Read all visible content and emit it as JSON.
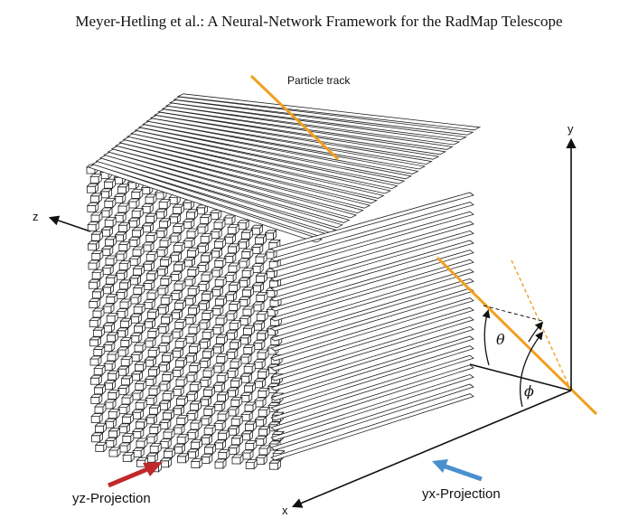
{
  "page": {
    "header": "Meyer-Hetling et al.: A Neural-Network Framework for the RadMap Telescope"
  },
  "figure": {
    "particle_track_label": "Particle track",
    "axes": {
      "x": "x",
      "y": "y",
      "z": "z"
    },
    "angles": {
      "theta": "θ",
      "phi": "ϕ"
    },
    "projections": {
      "yz": "yz-Projection",
      "yx": "yx-Projection"
    },
    "colors": {
      "track": "#f0a020",
      "yz_arrow": "#c0282a",
      "yx_arrow": "#4a90d0",
      "bar_stroke": "#222222"
    }
  }
}
